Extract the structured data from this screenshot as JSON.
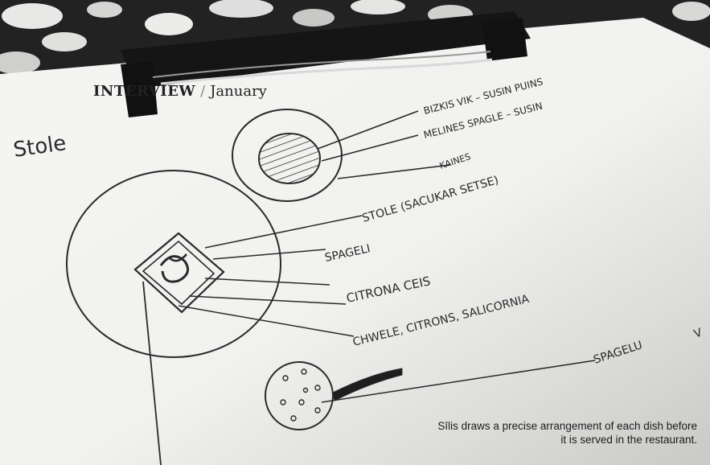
{
  "header": {
    "kicker": "INTERVIEW",
    "separator": "/",
    "issue": "January"
  },
  "sketch": {
    "title": "Stole",
    "labels": {
      "top_right_1": "BIZKIS  VIK – SUSIN PUINS",
      "top_right_2": "MELINES  SPAGLE – SUSIN",
      "kaines": "KAINES",
      "stole_line": "STOLE (SACUKAR SETSE)",
      "spageti": "SPAGELI",
      "citrona": "CITRONA  CEIS",
      "last_line": "CHWELE, CITRONS, SALICORNIA",
      "spoon_label": "SPAGELU",
      "edge_mark": "V"
    }
  },
  "caption": "Sīlis draws a precise arrangement of each dish before it is served in the restaurant.",
  "colors": {
    "paper": "#f7f7f5",
    "ink": "#2a2a2a",
    "clipboard": "#1a1a1a",
    "background": "#2b2b2b"
  }
}
